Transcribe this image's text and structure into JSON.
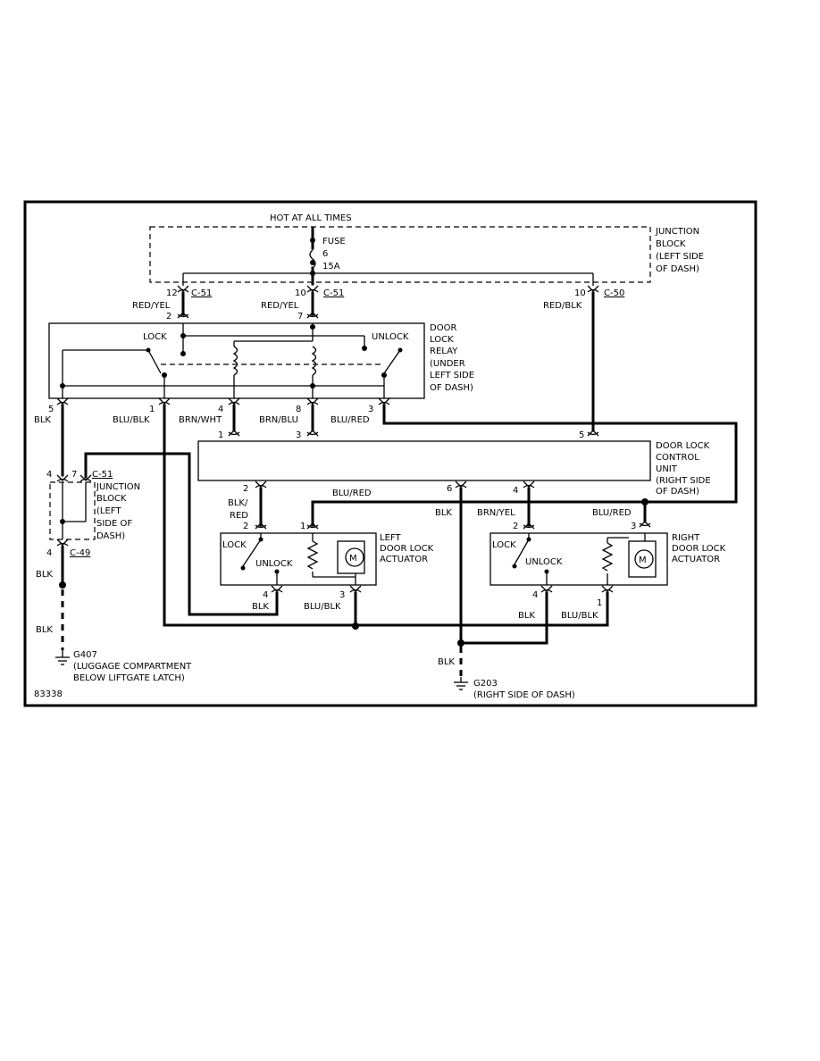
{
  "figure_id": "83338",
  "power": {
    "label": "HOT AT ALL TIMES"
  },
  "fuse": {
    "label": "FUSE",
    "number": "6",
    "rating": "15A"
  },
  "junction_block": {
    "lines": [
      "JUNCTION",
      "BLOCK",
      "(LEFT SIDE",
      "OF DASH)"
    ]
  },
  "junction_block_2": {
    "lines": [
      "JUNCTION",
      "BLOCK",
      "(LEFT",
      "SIDE OF",
      "DASH)"
    ]
  },
  "relay": {
    "lines": [
      "DOOR",
      "LOCK",
      "RELAY",
      "(UNDER",
      "LEFT SIDE",
      "OF DASH)"
    ],
    "lock": "LOCK",
    "unlock": "UNLOCK"
  },
  "control_unit": {
    "lines": [
      "DOOR LOCK",
      "CONTROL",
      "UNIT",
      "(RIGHT SIDE",
      "OF DASH)"
    ]
  },
  "left_actuator": {
    "lines": [
      "LEFT",
      "DOOR LOCK",
      "ACTUATOR"
    ],
    "lock": "LOCK",
    "unlock": "UNLOCK",
    "motor": "M"
  },
  "right_actuator": {
    "lines": [
      "RIGHT",
      "DOOR LOCK",
      "ACTUATOR"
    ],
    "lock": "LOCK",
    "unlock": "UNLOCK",
    "motor": "M"
  },
  "connectors": {
    "c51": "C-51",
    "c50": "C-50",
    "c49": "C-49"
  },
  "pins": {
    "p1": "1",
    "p2": "2",
    "p3": "3",
    "p4": "4",
    "p5": "5",
    "p6": "6",
    "p7": "7",
    "p8": "8",
    "p10": "10",
    "p12": "12"
  },
  "wires": {
    "red_yel": "RED/YEL",
    "red_blk": "RED/BLK",
    "blk": "BLK",
    "blu_blk": "BLU/BLK",
    "brn_wht": "BRN/WHT",
    "brn_blu": "BRN/BLU",
    "blu_red": "BLU/RED",
    "blk_red_1": "BLK/",
    "blk_red_2": "RED",
    "brn_yel": "BRN/YEL"
  },
  "grounds": {
    "g407": "G407",
    "g407_loc": [
      "(LUGGAGE COMPARTMENT",
      "BELOW LIFTGATE LATCH)"
    ],
    "g203": "G203",
    "g203_loc": "(RIGHT SIDE OF DASH)"
  }
}
